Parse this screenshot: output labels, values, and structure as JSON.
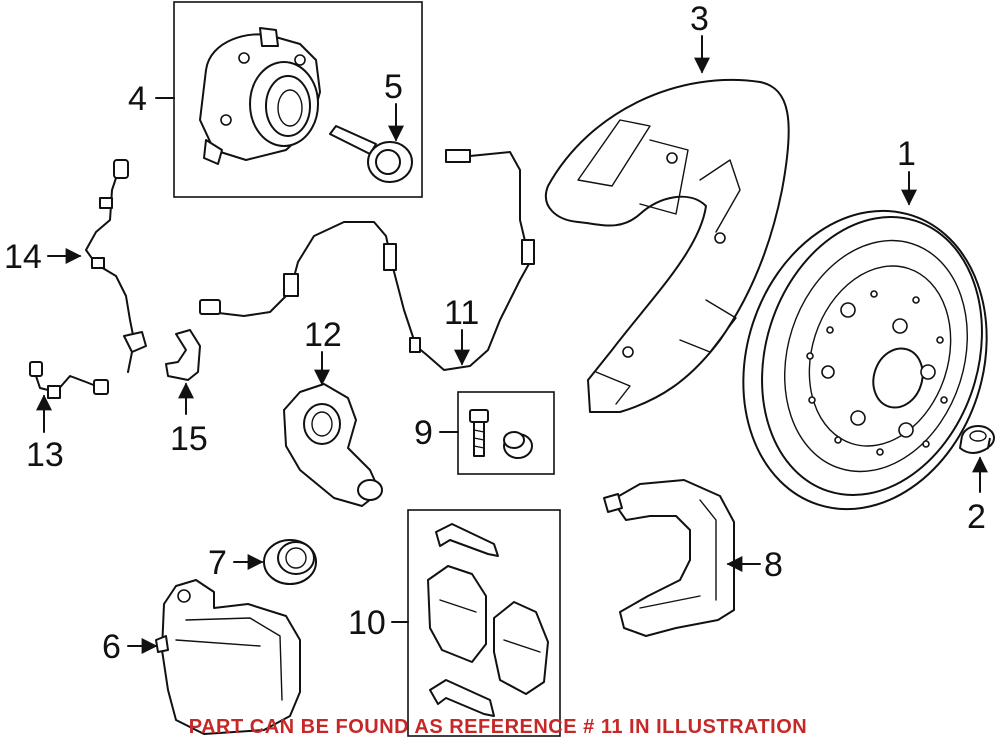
{
  "callouts": {
    "c1": "1",
    "c2": "2",
    "c3": "3",
    "c4": "4",
    "c5": "5",
    "c6": "6",
    "c7": "7",
    "c8": "8",
    "c9": "9",
    "c10": "10",
    "c11": "11",
    "c12": "12",
    "c13": "13",
    "c14": "14",
    "c15": "15"
  },
  "caption": "PART CAN BE FOUND AS REFERENCE # 11 IN ILLUSTRATION",
  "colors": {
    "line": "#111111",
    "caption": "#c62828",
    "background": "#ffffff"
  }
}
